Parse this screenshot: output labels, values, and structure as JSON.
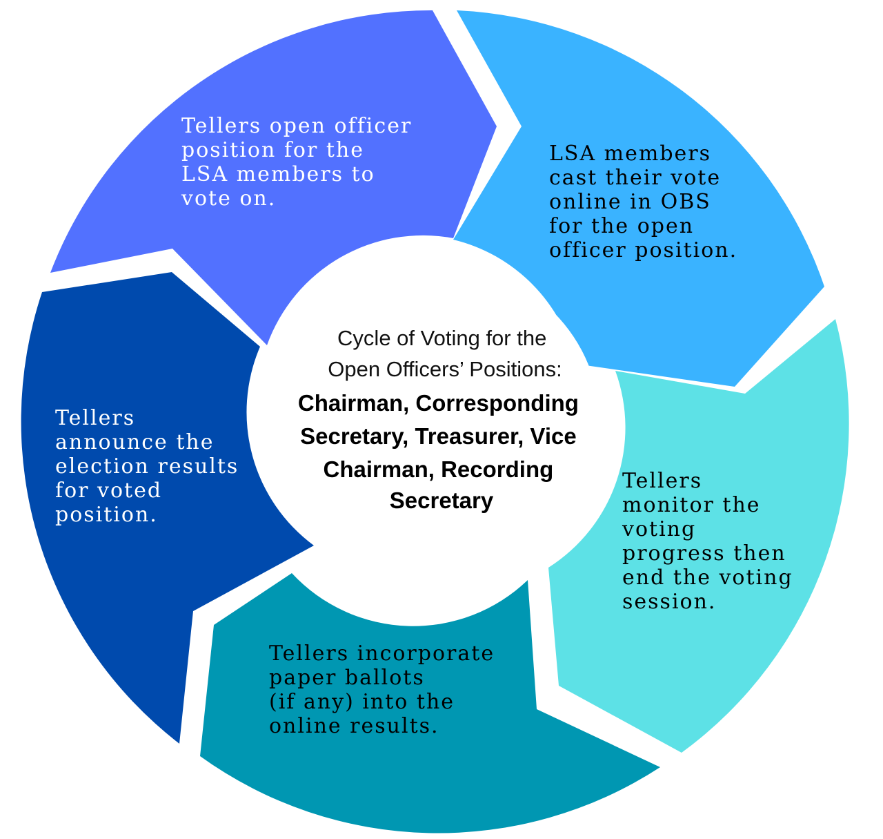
{
  "diagram": {
    "type": "cycle",
    "center": {
      "title_lines": [
        "Cycle of Voting for the",
        "Open Officers’ Positions:"
      ],
      "positions_lines": [
        "Chairman, Corresponding",
        "Secretary, Treasurer, Vice",
        "Chairman, Recording",
        "Secretary"
      ]
    },
    "steps": [
      {
        "name": "open-position",
        "color": "#5271FF",
        "text_color": "#FFFFFF",
        "lines": [
          "Tellers open officer",
          "position for the",
          "LSA members to",
          "vote on."
        ]
      },
      {
        "name": "cast-vote",
        "color": "#3AB3FF",
        "text_color": "#000000",
        "lines": [
          "LSA members",
          "cast their vote",
          "online in OBS",
          "for the open",
          "officer position."
        ]
      },
      {
        "name": "monitor-voting",
        "color": "#5DE1E6",
        "text_color": "#000000",
        "lines": [
          "Tellers",
          "monitor the",
          "voting",
          "progress then",
          "end the voting",
          "session."
        ]
      },
      {
        "name": "incorporate-ballots",
        "color": "#0097B2",
        "text_color": "#000000",
        "lines": [
          "Tellers incorporate",
          "paper ballots",
          "(if any) into the",
          "online results."
        ]
      },
      {
        "name": "announce-results",
        "color": "#004AAD",
        "text_color": "#FFFFFF",
        "lines": [
          "Tellers",
          "announce the",
          "election results",
          "for voted",
          "position."
        ]
      }
    ]
  }
}
